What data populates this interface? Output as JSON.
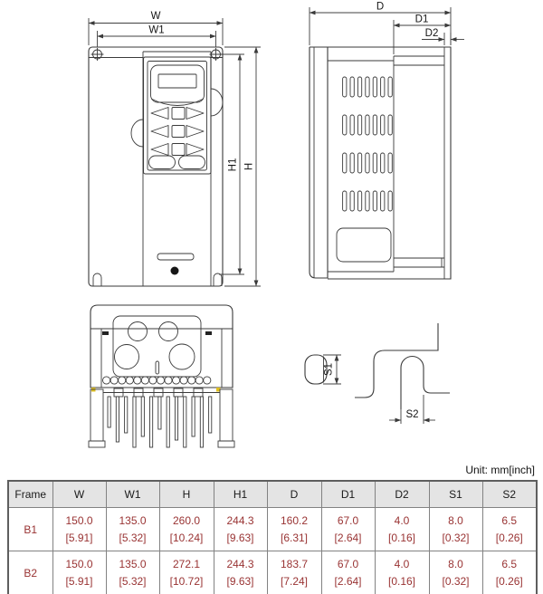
{
  "unit_label": "Unit: mm[inch]",
  "views": {
    "front": {
      "labels": {
        "w": "W",
        "w1": "W1",
        "h": "H",
        "h1": "H1"
      }
    },
    "side": {
      "labels": {
        "d": "D",
        "d1": "D1",
        "d2": "D2"
      }
    },
    "s1_detail": {
      "label": "S1"
    },
    "s2_detail": {
      "label": "S2"
    }
  },
  "table": {
    "headers": [
      "Frame",
      "W",
      "W1",
      "H",
      "H1",
      "D",
      "D1",
      "D2",
      "S1",
      "S2"
    ],
    "rows": [
      {
        "frame": "B1",
        "cells": [
          {
            "mm": "150.0",
            "inch": "[5.91]"
          },
          {
            "mm": "135.0",
            "inch": "[5.32]"
          },
          {
            "mm": "260.0",
            "inch": "[10.24]"
          },
          {
            "mm": "244.3",
            "inch": "[9.63]"
          },
          {
            "mm": "160.2",
            "inch": "[6.31]"
          },
          {
            "mm": "67.0",
            "inch": "[2.64]"
          },
          {
            "mm": "4.0",
            "inch": "[0.16]"
          },
          {
            "mm": "8.0",
            "inch": "[0.32]"
          },
          {
            "mm": "6.5",
            "inch": "[0.26]"
          }
        ]
      },
      {
        "frame": "B2",
        "cells": [
          {
            "mm": "150.0",
            "inch": "[5.91]"
          },
          {
            "mm": "135.0",
            "inch": "[5.32]"
          },
          {
            "mm": "272.1",
            "inch": "[10.72]"
          },
          {
            "mm": "244.3",
            "inch": "[9.63]"
          },
          {
            "mm": "183.7",
            "inch": "[7.24]"
          },
          {
            "mm": "67.0",
            "inch": "[2.64]"
          },
          {
            "mm": "4.0",
            "inch": "[0.16]"
          },
          {
            "mm": "8.0",
            "inch": "[0.32]"
          },
          {
            "mm": "6.5",
            "inch": "[0.26]"
          }
        ]
      }
    ]
  },
  "colors": {
    "value_text": "#993333",
    "header_bg": "#e4e4e4",
    "line": "#3a3a3a"
  }
}
